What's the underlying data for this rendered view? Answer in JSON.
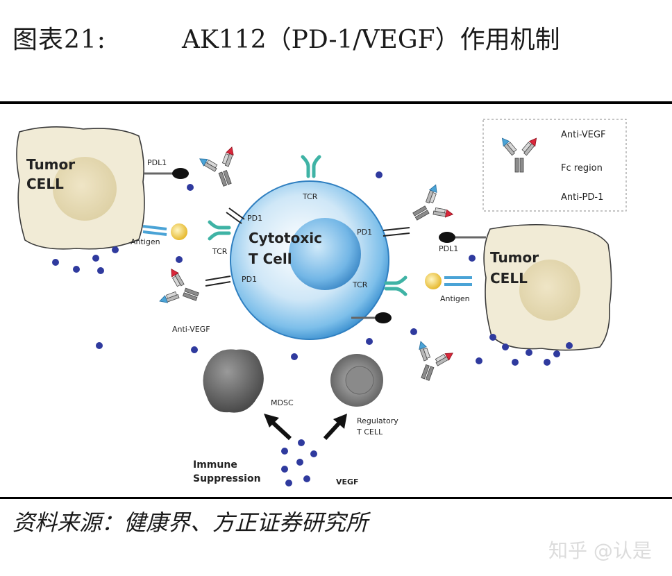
{
  "header": {
    "figure_number": "图表21:",
    "title": "AK112（PD-1/VEGF）作用机制"
  },
  "diagram": {
    "tumor_left_label_line1": "Tumor",
    "tumor_left_label_line2": "CELL",
    "tumor_right_label_line1": "Tumor",
    "tumor_right_label_line2": "CELL",
    "tcell_label_line1": "Cytotoxic",
    "tcell_label_line2": "T Cell",
    "pdl1_left": "PDL1",
    "pdl1_right": "PDL1",
    "antigen_left": "Antigen",
    "antigen_right": "Antigen",
    "tcr_top": "TCR",
    "tcr_left": "TCR",
    "tcr_right": "TCR",
    "pd1_upper_left": "PD1",
    "pd1_lower_left": "PD1",
    "pd1_right": "PD1",
    "anti_vegf_label": "Anti-VEGF",
    "mdsc_label": "MDSC",
    "treg_line1": "Regulatory",
    "treg_line2": "T CELL",
    "immune_line1": "Immune",
    "immune_line2": "Suppression",
    "vegf_label": "VEGF"
  },
  "legend": {
    "anti_vegf": "Anti-VEGF",
    "fc_region": "Fc region",
    "anti_pd1": "Anti-PD-1"
  },
  "colors": {
    "vegf_arm": "#4aa3d6",
    "pd1_arm": "#d9263a",
    "fc_region": "#9a9a9a",
    "tcr": "#3fb3a5",
    "tumor_fill": "#f1ebd6",
    "tcell_fill": "#8fc9ee",
    "vegf_dot": "#2f3a9e"
  },
  "footer": {
    "source": "资料来源：健康界、方正证券研究所",
    "watermark": "知乎 @认是"
  }
}
